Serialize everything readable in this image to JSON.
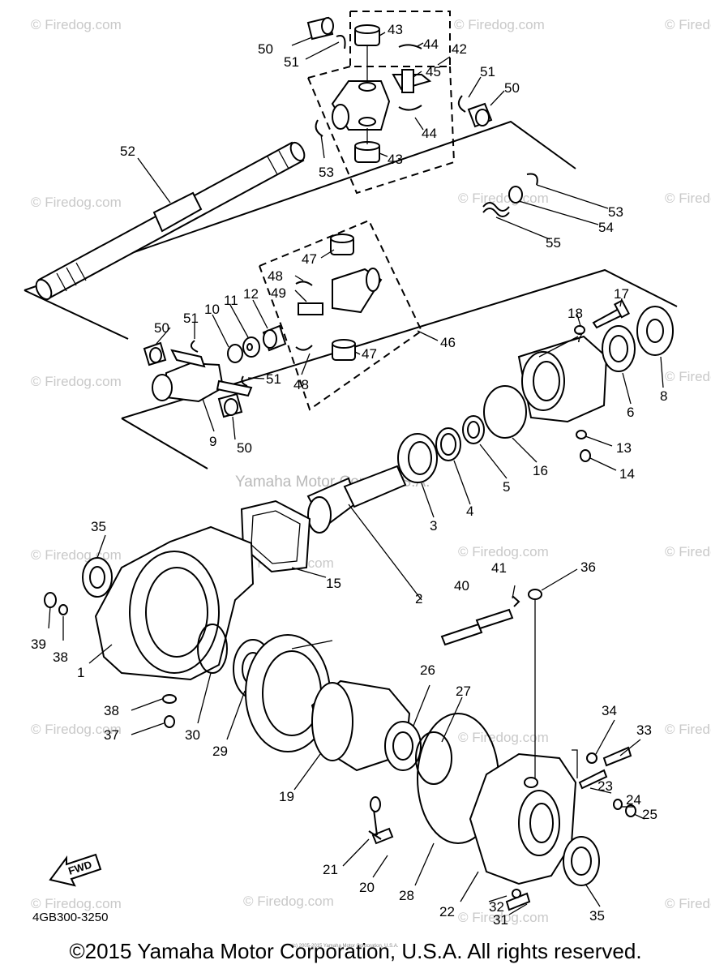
{
  "watermarks": {
    "firedog": "© Firedog.com",
    "yamaha": "Yamaha Motor Corp., U.S.A."
  },
  "labels": {
    "p1": "1",
    "p2": "2",
    "p3": "3",
    "p4": "4",
    "p5": "5",
    "p6": "6",
    "p7": "7",
    "p8": "8",
    "p9": "9",
    "p10": "10",
    "p11": "11",
    "p12": "12",
    "p13": "13",
    "p14": "14",
    "p15": "15",
    "p16": "16",
    "p17": "17",
    "p18": "18",
    "p19": "19",
    "p20": "20",
    "p21": "21",
    "p22": "22",
    "p23": "23",
    "p24": "24",
    "p25": "25",
    "p26": "26",
    "p27": "27",
    "p28": "28",
    "p29": "29",
    "p30": "30",
    "p31": "31",
    "p32": "32",
    "p33": "33",
    "p34": "34",
    "p35": "35",
    "p36": "36",
    "p37": "37",
    "p38": "38",
    "p39": "39",
    "p40": "40",
    "p41": "41",
    "p42": "42",
    "p43": "43",
    "p44": "44",
    "p45": "45",
    "p46": "46",
    "p47": "47",
    "p48": "48",
    "p49": "49",
    "p50": "50",
    "p51": "51",
    "p52": "52",
    "p53": "53",
    "p54": "54",
    "p55": "55"
  },
  "fwd_arrow": "FWD",
  "diagram_code": "4GB300-3250",
  "fine_print": "(c) 2005-2015 Yamaha Motor Corporation, U.S.A.",
  "copyright": "©2015 Yamaha Motor Corporation, U.S.A. All rights reserved."
}
